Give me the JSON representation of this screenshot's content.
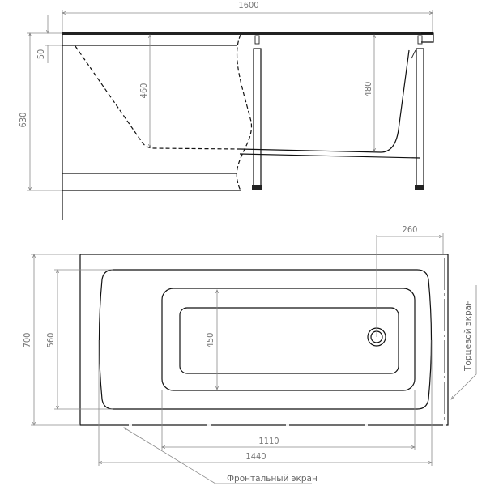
{
  "side_view": {
    "dimensions": {
      "length": "1600",
      "height": "630",
      "rim": "50",
      "depth_left": "460",
      "depth_right": "480"
    }
  },
  "top_view": {
    "dimensions": {
      "width": "700",
      "rim_width": "560",
      "bottom_width": "450",
      "drain_offset": "260",
      "bottom_length": "1110",
      "rim_length": "1440"
    },
    "labels": {
      "front_panel": "Фронтальный экран",
      "end_panel": "Торцевой экран"
    }
  }
}
